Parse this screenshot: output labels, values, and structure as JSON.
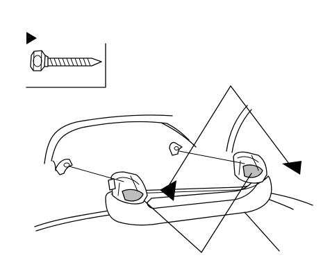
{
  "figure": {
    "legend_symbol": "filled-triangle-marker",
    "colors": {
      "line": "#000000",
      "background": "#ffffff",
      "shade": "#bdbdbd"
    },
    "parts": [
      "bolt",
      "grab-handle",
      "mounting-clip-left",
      "mounting-clip-right",
      "ceiling-trim-panel"
    ],
    "icons": [
      "triangle-marker-icon",
      "bolt-icon"
    ]
  }
}
